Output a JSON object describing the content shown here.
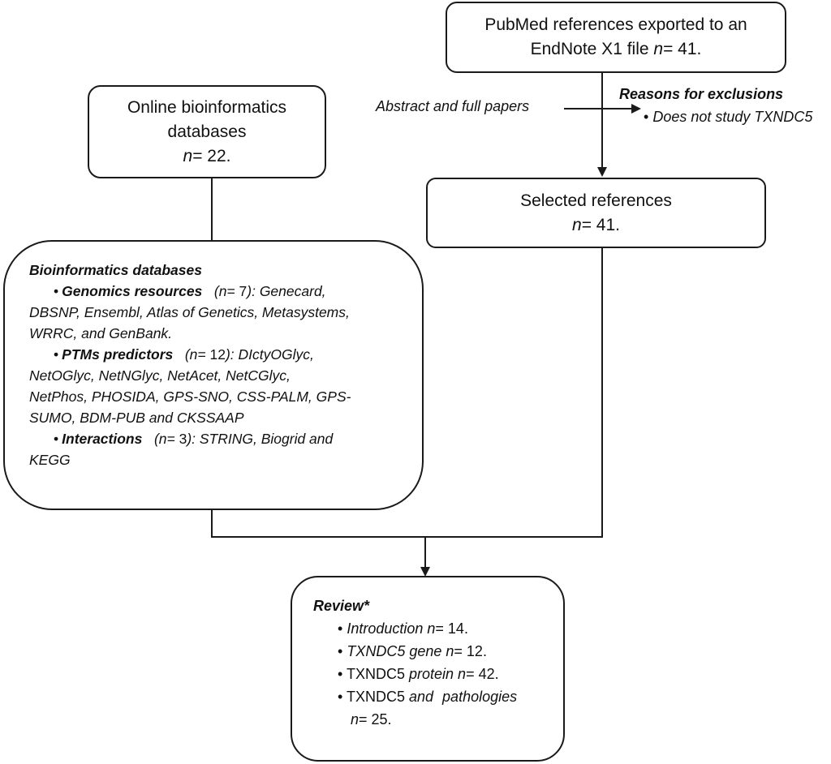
{
  "pubmed": {
    "line1": "PubMed references exported to an",
    "line2_prefix": "EndNote X1 file ",
    "n_label": "n",
    "line2_value": "= 41."
  },
  "online": {
    "line1": "Online bioinformatics",
    "line2": "databases",
    "n_label": "n",
    "value": "= 22."
  },
  "screening": {
    "abstract_label": "Abstract and full papers",
    "exclusions_title": "Reasons for exclusions",
    "exclusion_item": "Does not study TXNDC5"
  },
  "selected": {
    "title": "Selected references",
    "n_label": "n",
    "value": "= 41."
  },
  "bioinformatics": {
    "title": "Bioinformatics databases",
    "genomics": {
      "label": "Genomics resources",
      "count_pre": "(n= ",
      "count_num": "7",
      "rest_line1": "): Genecard,",
      "line2": "DBSNP, Ensembl, Atlas of Genetics, Metasystems,",
      "line3": "WRRC, and GenBank."
    },
    "ptms": {
      "label": "PTMs predictors",
      "count_pre": "(n= ",
      "count_num": "12",
      "rest_line1": "): DIctyOGlyc,",
      "line2": "NetOGlyc, NetNGlyc, NetAcet, NetCGlyc,",
      "line3": "NetPhos, PHOSIDA, GPS-SNO, CSS-PALM, GPS-",
      "line4": "SUMO, BDM-PUB and CKSSAAP"
    },
    "interactions": {
      "label": "Interactions",
      "count_pre": "(n= ",
      "count_num": "3",
      "rest_line1": "): STRING, Biogrid and",
      "line2": "KEGG"
    }
  },
  "review": {
    "title": "Review*",
    "items": [
      {
        "italic": "Introduction n",
        "value": "= 14."
      },
      {
        "italic": "TXNDC5 gene n",
        "value": "= 12."
      },
      {
        "plain": "TXNDC5 ",
        "italic": "protein n",
        "value": "= 42."
      },
      {
        "plain": "TXNDC5 ",
        "italic": "and pathologies",
        "italic2": "n",
        "value": "= 25."
      }
    ]
  }
}
